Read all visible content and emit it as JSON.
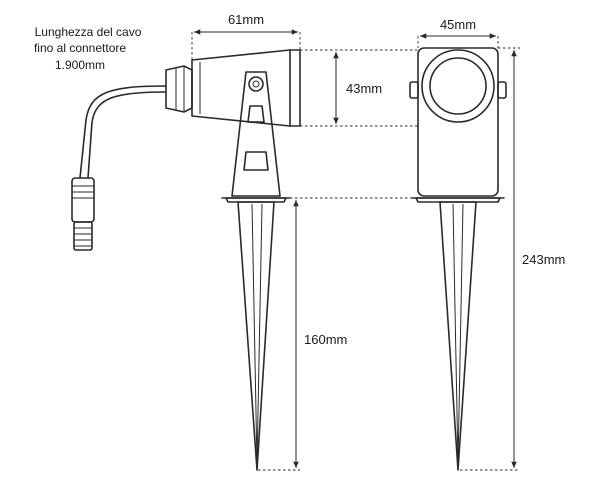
{
  "labels": {
    "width_side": "61mm",
    "width_front": "45mm",
    "head_height": "43mm",
    "spike_length": "160mm",
    "total_height": "243mm",
    "cable_line1": "Lunghezza del cavo",
    "cable_line2": "fino al connettore",
    "cable_line3": "1.900mm"
  }
}
